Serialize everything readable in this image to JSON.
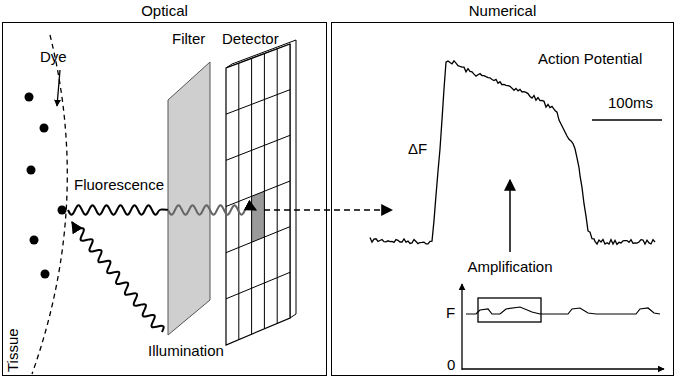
{
  "diagram": {
    "nodes": [
      {
        "text": [
          "Optical"
        ]
      },
      {
        "text": [
          "Numerical"
        ]
      }
    ],
    "labels": [
      "Dye",
      "Filter",
      "Detector",
      "Fluorescence",
      "Tissue",
      "Illumination",
      "Action Potential",
      "ΔF",
      "100ms",
      "Amplification",
      "F",
      "0"
    ]
  }
}
